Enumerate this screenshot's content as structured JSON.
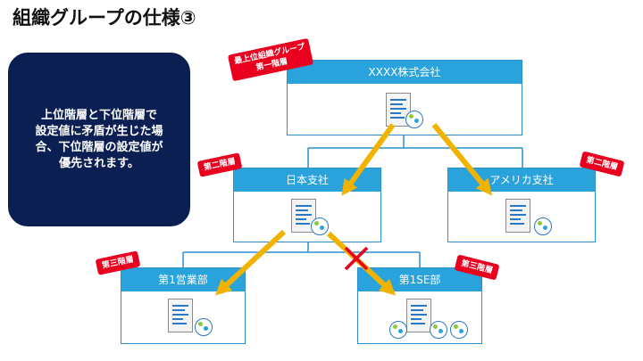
{
  "title": "組織グループの仕様③",
  "note": {
    "line1": "上位階層と下位階層で",
    "line2": "設定値に矛盾が生じた場",
    "line3": "合、下位階層の設定値が",
    "line4": "優先されます。"
  },
  "nodes": {
    "root": "XXXX株式会社",
    "japan": "日本支社",
    "america": "アメリカ支社",
    "sales1": "第1営業部",
    "se1": "第1SE部"
  },
  "tags": {
    "root_line1": "最上位組織グループ",
    "root_line2": "第一階層",
    "japan": "第二階層",
    "america": "第二階層",
    "sales1": "第三階層",
    "se1": "第三階層"
  },
  "colors": {
    "node_header": "#2aa3dc",
    "node_border": "#2d8fd0",
    "tag": "#e8001e",
    "arrow": "#f2b300",
    "note_bg": "#0b1f52",
    "block_mark": "#e8001e"
  }
}
